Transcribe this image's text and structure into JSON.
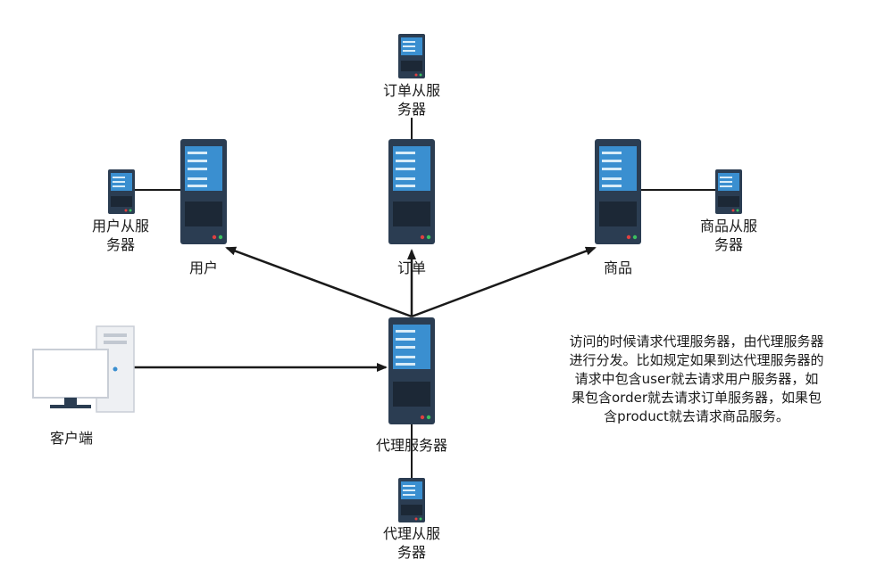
{
  "nodes": {
    "order_slave": {
      "label_lines": [
        "订单从服",
        "务器"
      ]
    },
    "user_slave": {
      "label_lines": [
        "用户从服",
        "务器"
      ]
    },
    "product_slave": {
      "label_lines": [
        "商品从服",
        "务器"
      ]
    },
    "user": {
      "label": "用户"
    },
    "order": {
      "label": "订单"
    },
    "product": {
      "label": "商品"
    },
    "proxy": {
      "label": "代理服务器"
    },
    "proxy_slave": {
      "label_lines": [
        "代理从服",
        "务器"
      ]
    },
    "client": {
      "label": "客户端"
    }
  },
  "note": {
    "lines": [
      "访问的时候请求代理服务器，由代理服务器",
      "进行分发。比如规定如果到达代理服务器的",
      "请求中包含user就去请求用户服务器，如",
      "果包含order就去请求订单服务器，如果包",
      "含product就去请求商品服务。"
    ]
  },
  "colors": {
    "server_body": "#2b3d52",
    "server_screen": "#3a8fd0",
    "line": "#1a1a1a"
  }
}
